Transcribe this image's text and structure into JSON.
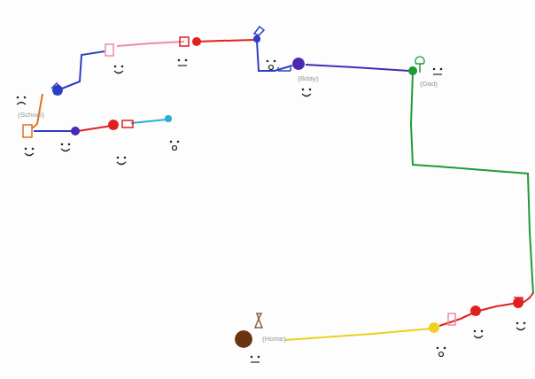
{
  "diagram": {
    "labels": [
      "(Home)",
      "(Dad)",
      "(Bday)",
      "(School)"
    ]
  }
}
